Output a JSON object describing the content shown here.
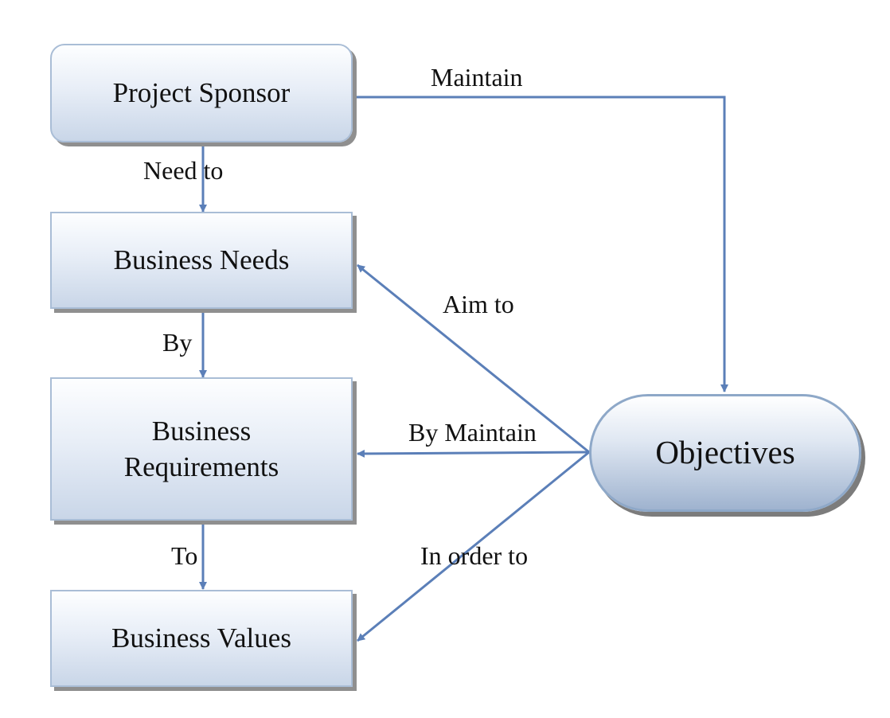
{
  "nodes": {
    "project_sponsor": "Project Sponsor",
    "business_needs": "Business Needs",
    "business_requirements": "Business\nRequirements",
    "business_values": "Business Values",
    "objectives": "Objectives"
  },
  "edges": {
    "sponsor_to_objectives": "Maintain",
    "sponsor_to_needs": "Need to",
    "needs_to_requirements": "By",
    "requirements_to_values": "To",
    "objectives_to_needs": "Aim to",
    "objectives_to_requirements": "By Maintain",
    "objectives_to_values": "In order to"
  },
  "colors": {
    "connector": "#5b7fb8"
  }
}
